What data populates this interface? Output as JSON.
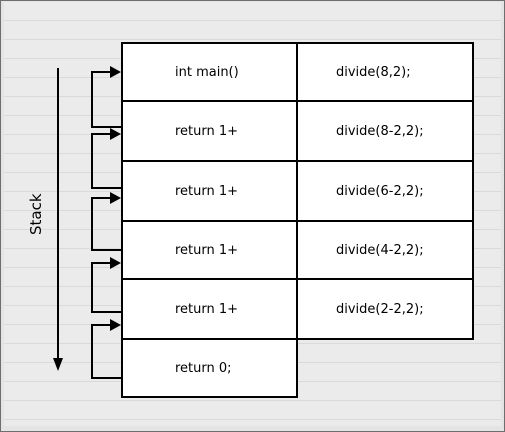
{
  "stack_label": "Stack",
  "frames": [
    {
      "left": "int main()",
      "right": "divide(8,2);"
    },
    {
      "left": "return 1+",
      "right": "divide(8-2,2);"
    },
    {
      "left": "return 1+",
      "right": "divide(6-2,2);"
    },
    {
      "left": "return 1+",
      "right": "divide(4-2,2);"
    },
    {
      "left": "return 1+",
      "right": "divide(2-2,2);"
    },
    {
      "left": "return 0;",
      "right": ""
    }
  ]
}
